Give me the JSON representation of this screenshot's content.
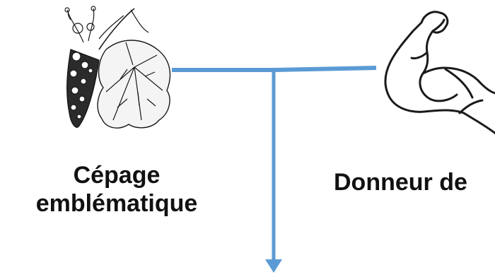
{
  "labels": {
    "left_line1": "Cépage",
    "left_line2": "emblématique",
    "right_line1": "Donneur de"
  },
  "colors": {
    "connector": "#5B9BD5",
    "text": "#111111",
    "illustration": "#1a1a1a"
  },
  "icons": {
    "left": "grape-vine-icon",
    "right": "flexed-arm-icon"
  }
}
